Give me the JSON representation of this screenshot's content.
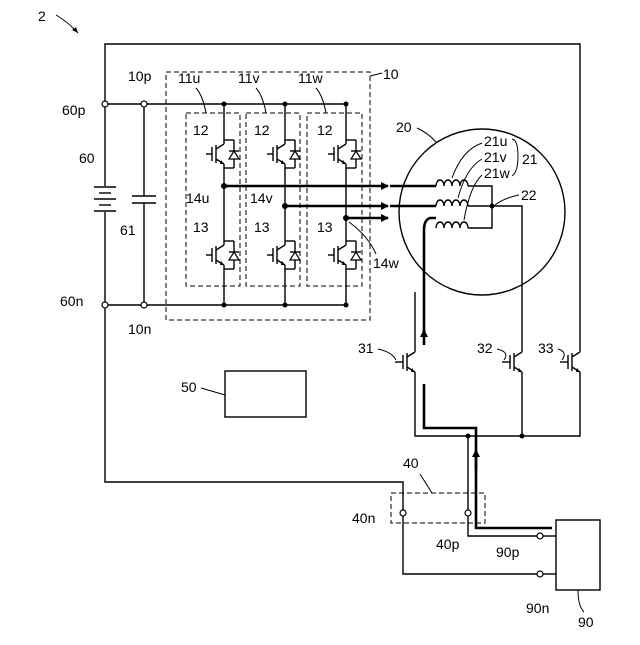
{
  "figure_label": "2",
  "labels": {
    "inverter": "10",
    "pos_line": "10p",
    "neg_line": "10n",
    "leg_u": "11u",
    "leg_v": "11v",
    "leg_w": "11w",
    "upper_sw": "12",
    "lower_sw": "13",
    "mid_u": "14u",
    "mid_v": "14v",
    "mid_w": "14w",
    "motor": "20",
    "coil_u": "21u",
    "coil_v": "21v",
    "coil_w": "21w",
    "coils": "21",
    "neutral": "22",
    "sw_31": "31",
    "sw_32": "32",
    "sw_33": "33",
    "battery": "60",
    "bat_pos": "60p",
    "bat_neg": "60n",
    "capacitor": "61",
    "controller": "50",
    "connector": "40",
    "conn_pos": "40p",
    "conn_neg": "40n",
    "charger": "90",
    "chg_pos": "90p",
    "chg_neg": "90n"
  }
}
